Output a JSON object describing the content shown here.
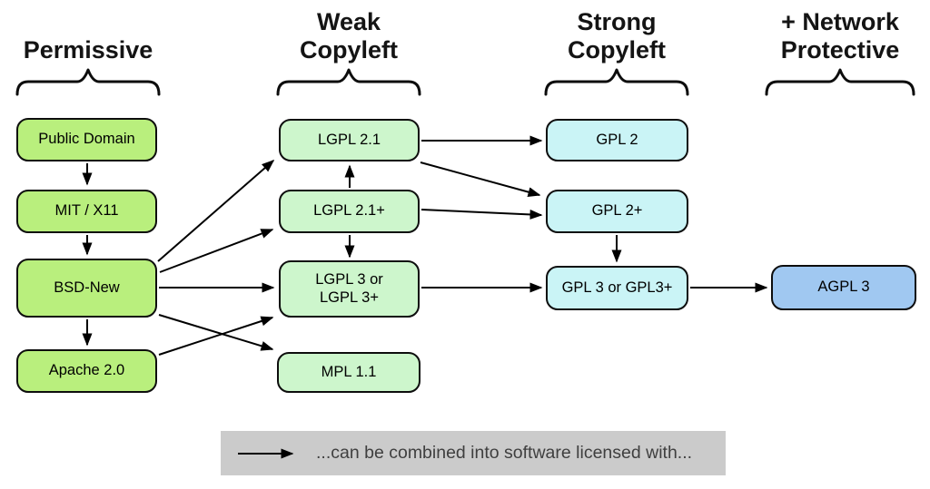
{
  "header_groups": {
    "permissive": {
      "title": "Permissive"
    },
    "weak_copyleft": {
      "title": "Weak\nCopyleft"
    },
    "strong_copyleft": {
      "title": "Strong\nCopyleft"
    },
    "network_protective": {
      "title": "+ Network\nProtective"
    }
  },
  "nodes": {
    "public_domain": {
      "label": "Public Domain",
      "group": "permissive"
    },
    "mit_x11": {
      "label": "MIT / X11",
      "group": "permissive"
    },
    "bsd_new": {
      "label": "BSD-New",
      "group": "permissive"
    },
    "apache_2_0": {
      "label": "Apache 2.0",
      "group": "permissive"
    },
    "lgpl_2_1": {
      "label": "LGPL 2.1",
      "group": "weak_copyleft"
    },
    "lgpl_2_1_plus": {
      "label": "LGPL 2.1+",
      "group": "weak_copyleft"
    },
    "lgpl_3_or_3_plus": {
      "label": "LGPL 3 or\nLGPL 3+",
      "group": "weak_copyleft"
    },
    "mpl_1_1": {
      "label": "MPL 1.1",
      "group": "weak_copyleft"
    },
    "gpl_2": {
      "label": "GPL 2",
      "group": "strong_copyleft"
    },
    "gpl_2_plus": {
      "label": "GPL 2+",
      "group": "strong_copyleft"
    },
    "gpl_3_or_gpl3_plus": {
      "label": "GPL 3 or GPL3+",
      "group": "strong_copyleft"
    },
    "agpl_3": {
      "label": "AGPL 3",
      "group": "network_protective"
    }
  },
  "edges": [
    {
      "from": "public_domain",
      "to": "mit_x11"
    },
    {
      "from": "mit_x11",
      "to": "bsd_new"
    },
    {
      "from": "bsd_new",
      "to": "apache_2_0"
    },
    {
      "from": "bsd_new",
      "to": "lgpl_2_1"
    },
    {
      "from": "bsd_new",
      "to": "lgpl_2_1_plus"
    },
    {
      "from": "bsd_new",
      "to": "lgpl_3_or_3_plus"
    },
    {
      "from": "bsd_new",
      "to": "mpl_1_1"
    },
    {
      "from": "apache_2_0",
      "to": "lgpl_3_or_3_plus"
    },
    {
      "from": "lgpl_2_1",
      "to": "gpl_2"
    },
    {
      "from": "lgpl_2_1",
      "to": "gpl_2_plus"
    },
    {
      "from": "lgpl_2_1_plus",
      "to": "lgpl_2_1"
    },
    {
      "from": "lgpl_2_1_plus",
      "to": "gpl_2_plus"
    },
    {
      "from": "lgpl_2_1_plus",
      "to": "lgpl_3_or_3_plus"
    },
    {
      "from": "lgpl_3_or_3_plus",
      "to": "gpl_3_or_gpl3_plus"
    },
    {
      "from": "gpl_2_plus",
      "to": "gpl_3_or_gpl3_plus"
    },
    {
      "from": "gpl_3_or_gpl3_plus",
      "to": "agpl_3"
    }
  ],
  "legend": {
    "icon": "right-arrow",
    "text": "...can be combined into software licensed with..."
  },
  "colors": {
    "permissive_fill": "#b9ef7d",
    "weak_copyleft_fill": "#cdf6cc",
    "strong_copyleft_fill": "#caf4f6",
    "network_protective_fill": "#a0c8f1",
    "node_border": "#0d0d0d",
    "arrow": "#000000",
    "legend_bg": "#cbcbcb",
    "legend_text": "#3f3f3f"
  }
}
